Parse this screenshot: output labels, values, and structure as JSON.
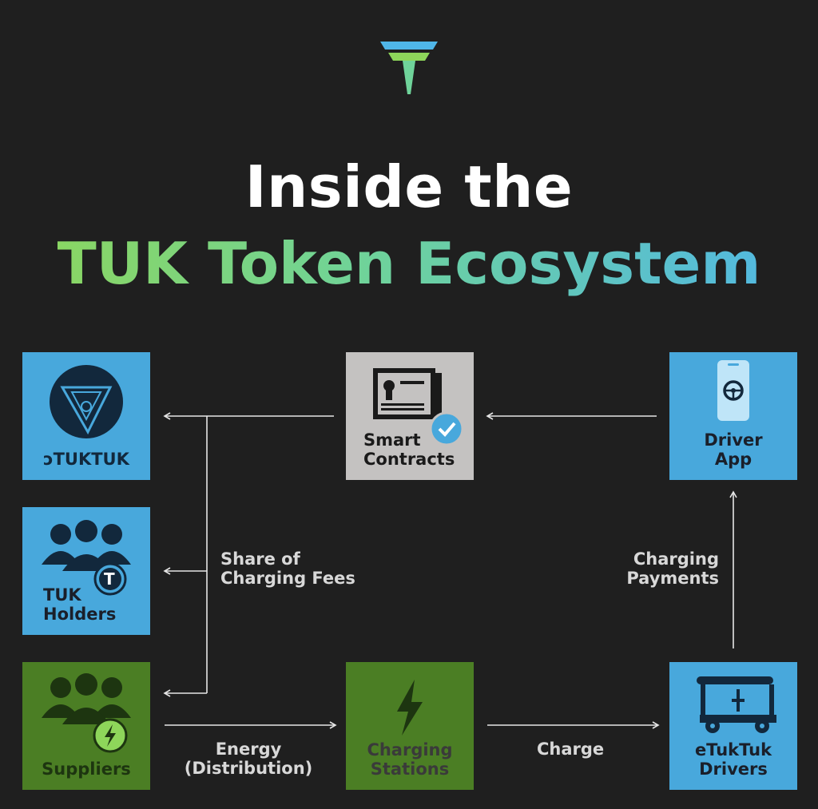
{
  "title": {
    "line1": "Inside the",
    "line2": "TUK Token Ecosystem"
  },
  "logo": {
    "icon": "t-logo-icon"
  },
  "nodes": {
    "etuktuk": {
      "label": "ɔTUKTUK",
      "icon": "etuktuk-logo-icon"
    },
    "tuk_holders": {
      "label": "TUK\nHolders",
      "icon": "people-token-icon"
    },
    "suppliers": {
      "label": "Suppliers",
      "icon": "people-bolt-icon"
    },
    "smart_contracts": {
      "label": "Smart\nContracts",
      "icon": "contract-check-icon"
    },
    "charging_stations": {
      "label": "Charging\nStations",
      "icon": "bolt-icon"
    },
    "driver_app": {
      "label": "Driver\nApp",
      "icon": "phone-steering-icon"
    },
    "etuktuk_drivers": {
      "label": "eTukTuk\nDrivers",
      "icon": "tuktuk-vehicle-icon"
    }
  },
  "edges": {
    "share_fees": "Share of\nCharging Fees",
    "charging_payments": "Charging\nPayments",
    "energy": "Energy\n(Distribution)",
    "charge": "Charge"
  },
  "token_badge": "T",
  "colors": {
    "background": "#1f1f1f",
    "blue": "#48a8dc",
    "green": "#4b7e24",
    "grey": "#c4c2c1",
    "arrow": "#e6e6e6"
  }
}
